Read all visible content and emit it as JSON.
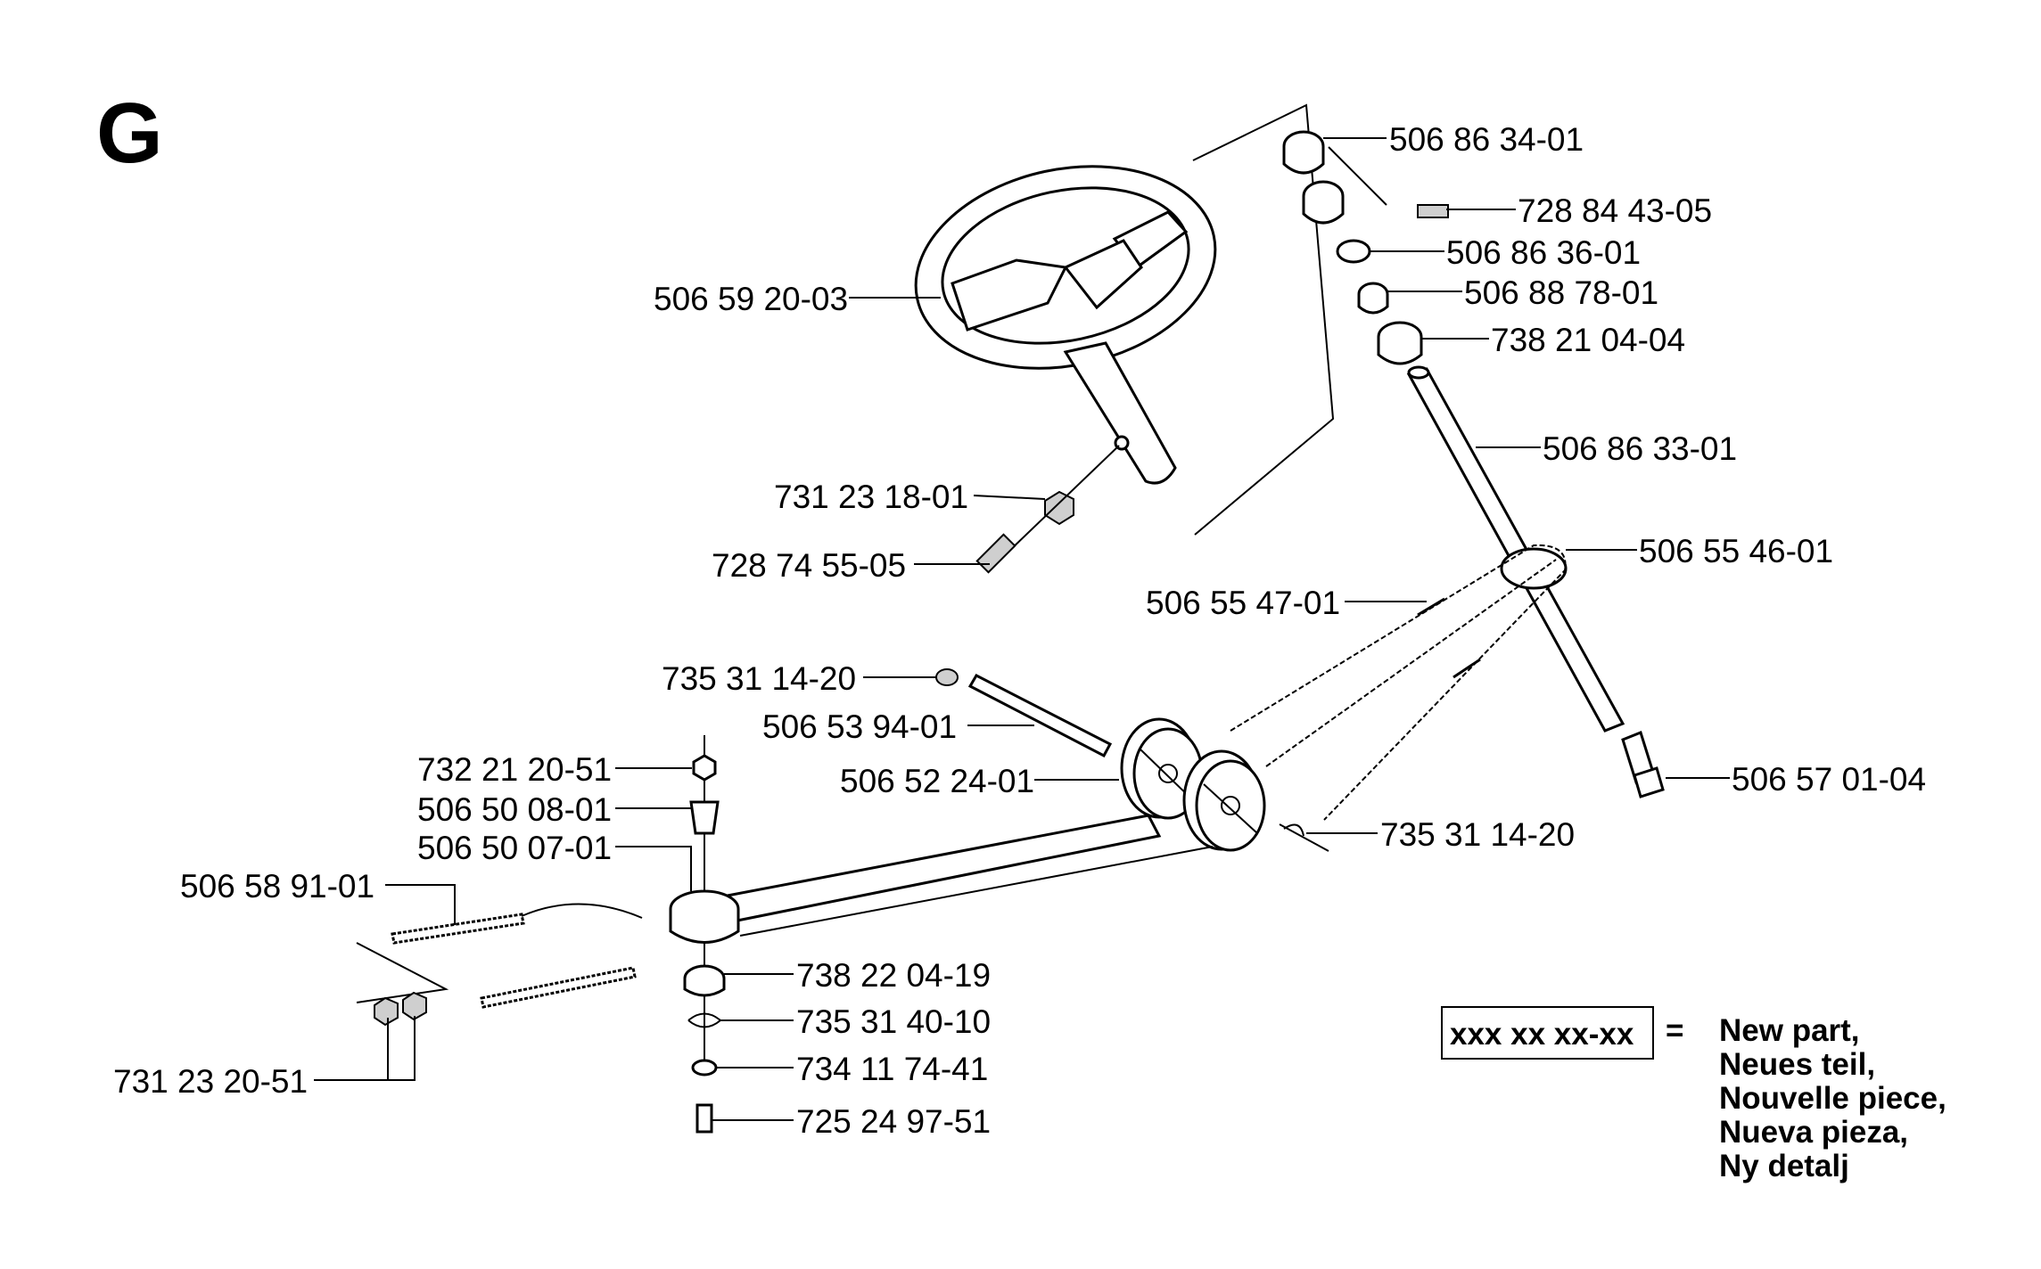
{
  "section_letter": "G",
  "parts": {
    "p1": "506 86 34-01",
    "p2": "728 84 43-05",
    "p3": "506 86 36-01",
    "p4": "506 88 78-01",
    "p5": "738 21 04-04",
    "p6": "506 86 33-01",
    "p7": "506 59 20-03",
    "p8": "731 23 18-01",
    "p9": "728 74 55-05",
    "p10": "506 55 46-01",
    "p11": "506 55 47-01",
    "p12": "735 31 14-20",
    "p13": "506 53 94-01",
    "p14": "732 21 20-51",
    "p15": "506 52 24-01",
    "p16": "506 57 01-04",
    "p17": "506 50 08-01",
    "p18": "735 31 14-20",
    "p19": "506 50 07-01",
    "p20": "506 58 91-01",
    "p21": "738 22 04-19",
    "p22": "735 31 40-10",
    "p23": "734 11 74-41",
    "p24": "731 23 20-51",
    "p25": "725 24 97-51"
  },
  "legend": {
    "box_text": "xxx xx xx-xx",
    "equals": "=",
    "lines": [
      "New part,",
      "Neues teil,",
      "Nouvelle piece,",
      "Nueva pieza,",
      "Ny detalj"
    ]
  }
}
